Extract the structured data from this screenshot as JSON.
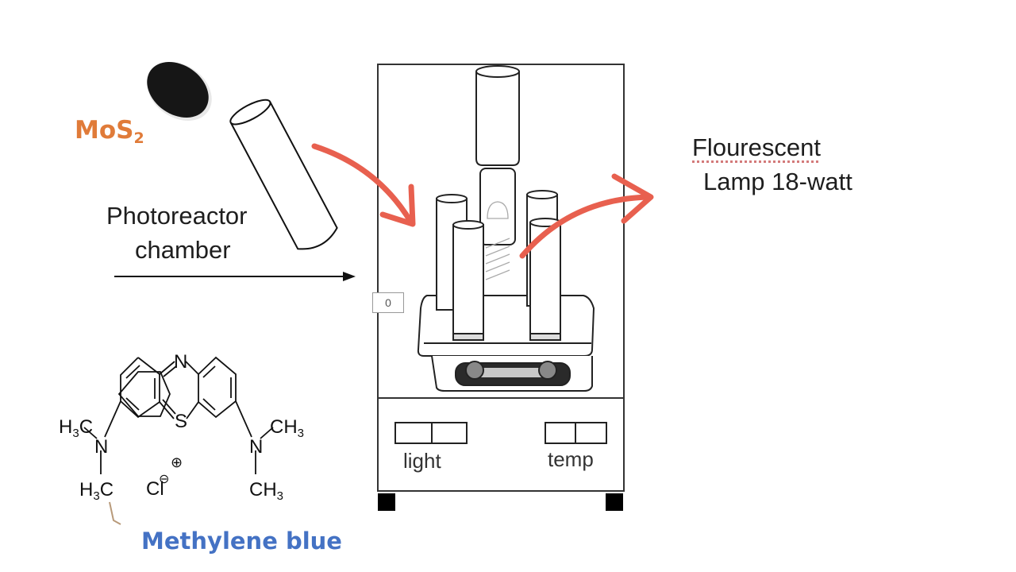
{
  "labels": {
    "mos2_main": "MoS",
    "mos2_sub": "2",
    "photoreactor_line1": "Photoreactor",
    "photoreactor_line2": "chamber",
    "lamp_line1": "Flourescent",
    "lamp_line2": "Lamp 18-watt",
    "control_light": "light",
    "control_temp": "temp",
    "counter_value": "0",
    "dye_name": "Methylene blue"
  },
  "molecule": {
    "ring_atom_top": "N",
    "ring_atom_bottom": "S",
    "charge_positive": "⊕",
    "counter_ion": "Cl",
    "counter_ion_charge": "⊖",
    "left_amine": "N",
    "right_amine": "N",
    "methyl_upper_left": "H3C",
    "methyl_lower_left": "H3C",
    "methyl_upper_right": "CH3",
    "methyl_lower_right": "CH3"
  },
  "colors": {
    "mos2_label": "#e07b39",
    "dye_label": "#4472c4",
    "arrow_red": "#e8604f"
  }
}
